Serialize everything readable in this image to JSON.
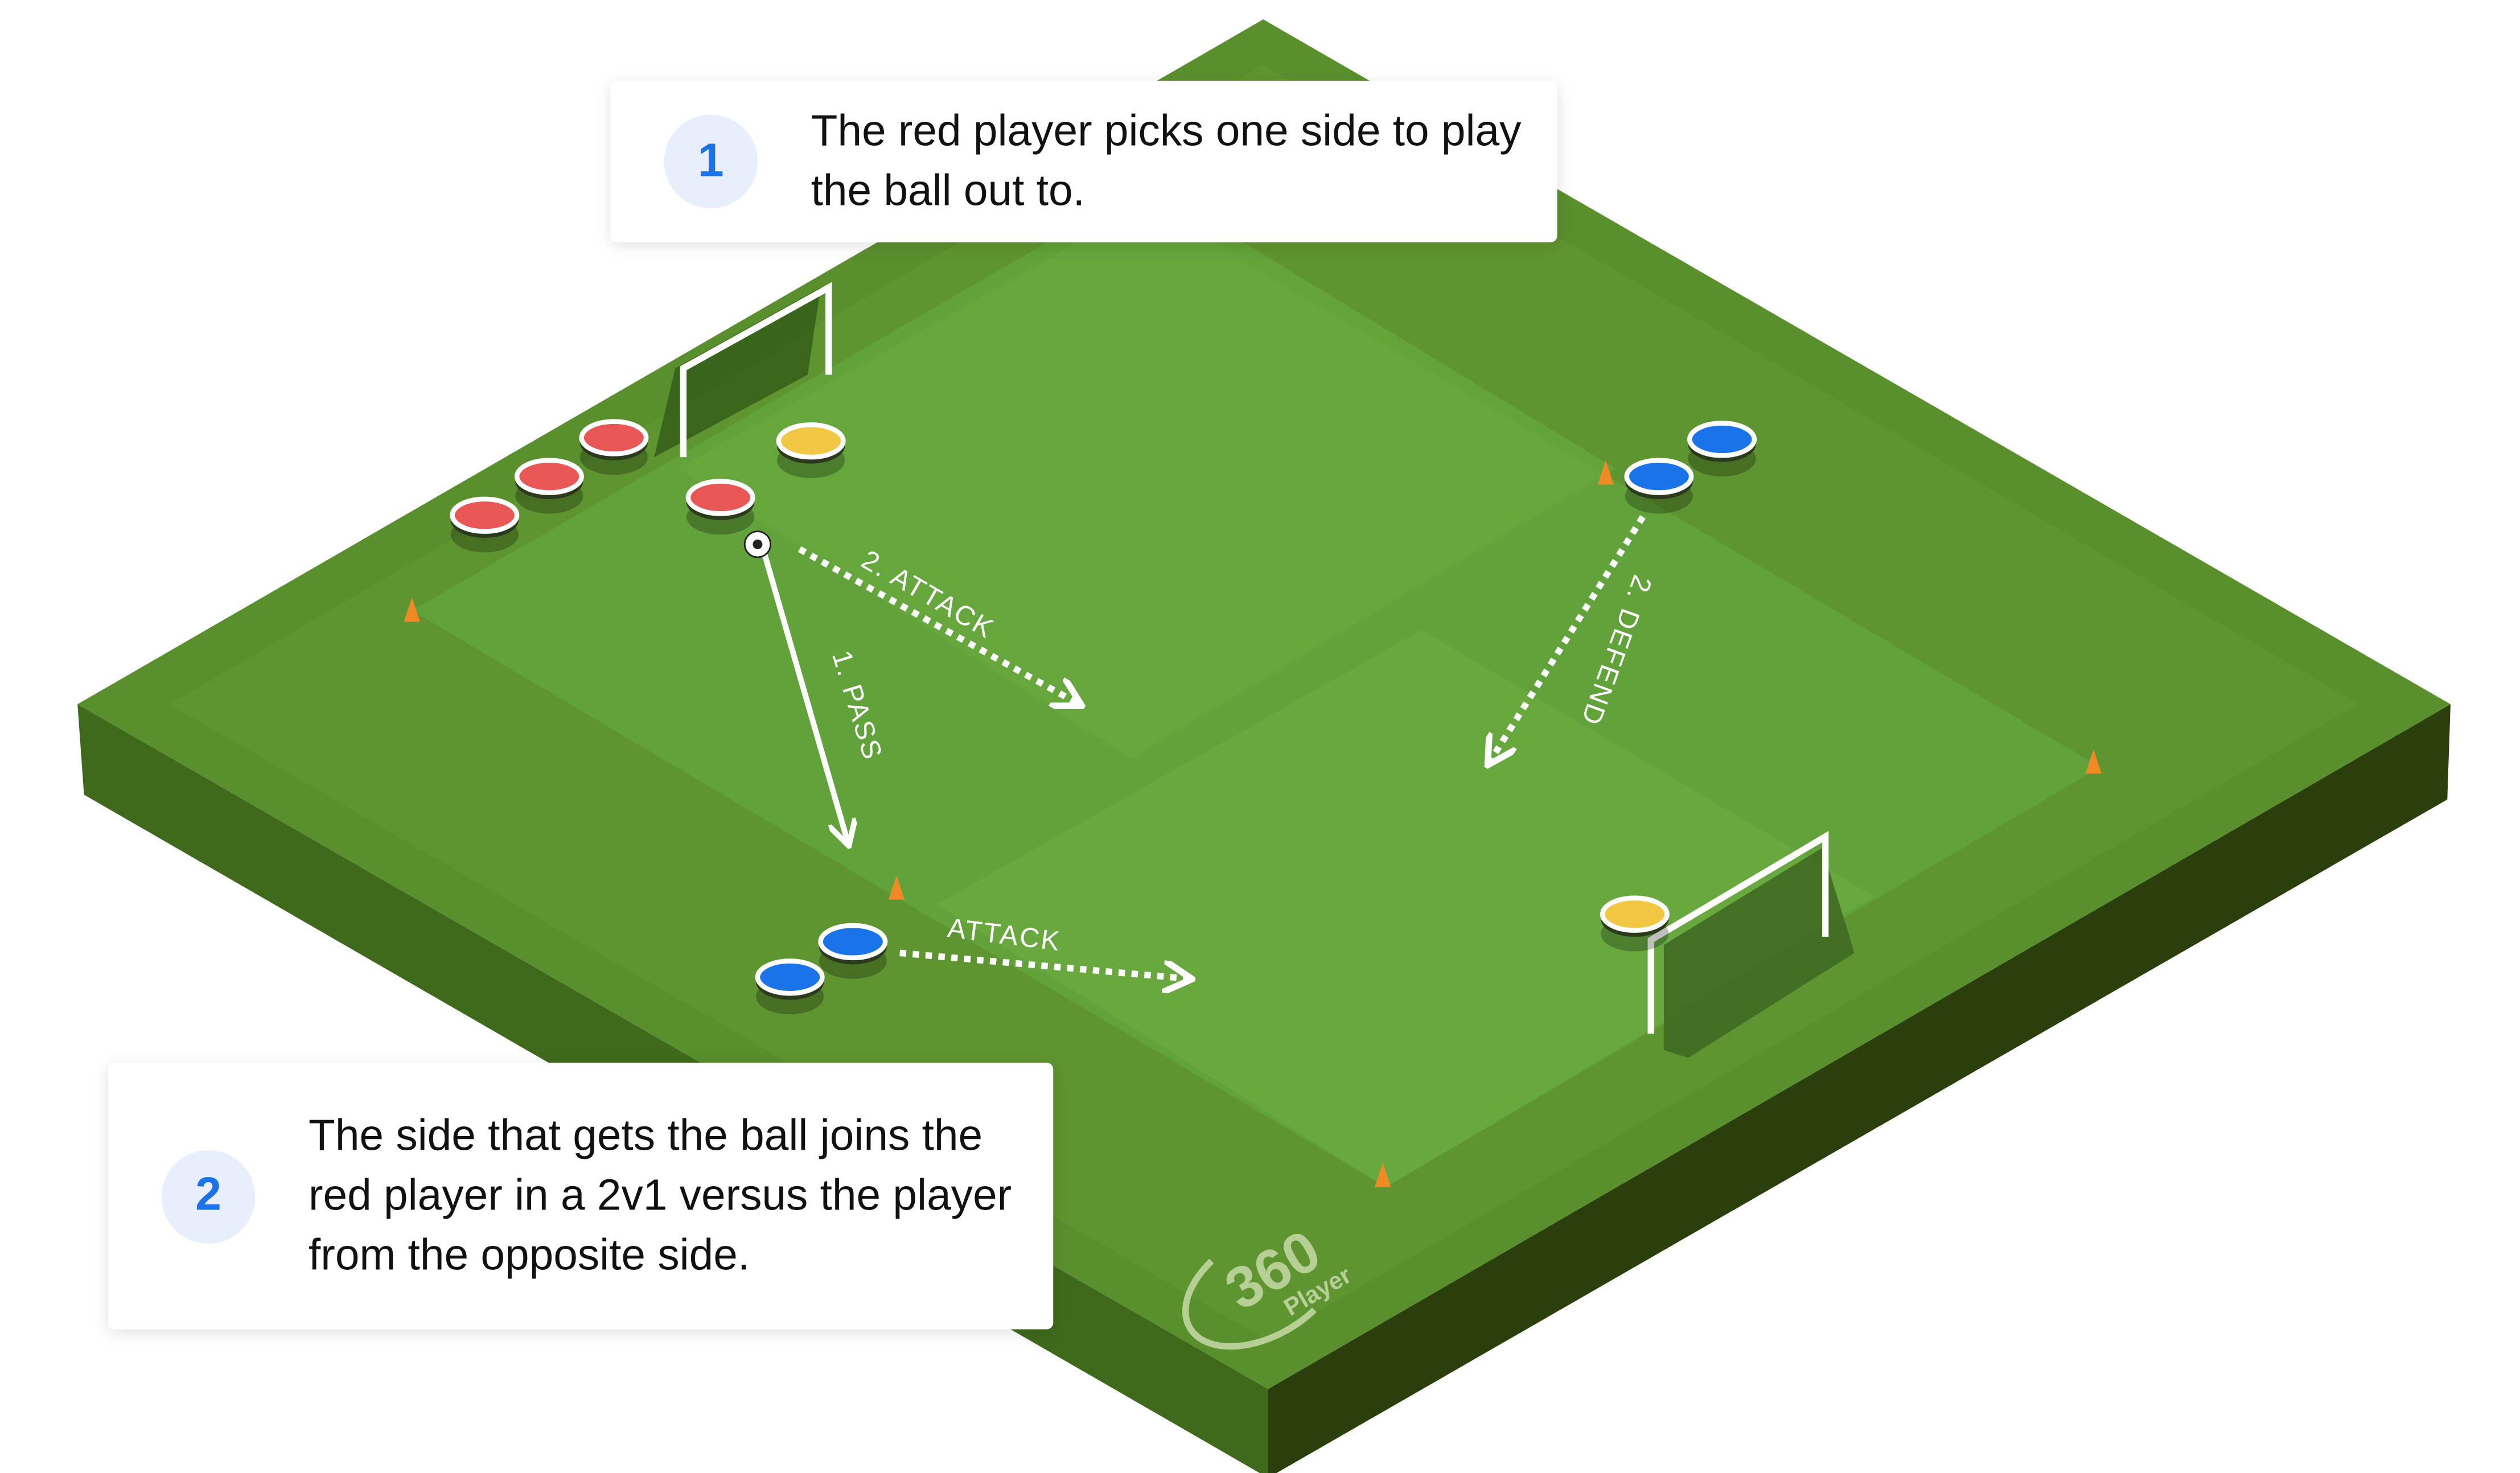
{
  "callouts": [
    {
      "number": "1",
      "text": "The red player picks one side to play the ball out to."
    },
    {
      "number": "2",
      "text": "The side that gets the ball joins the red player in a 2v1 versus the player from the opposite side."
    }
  ],
  "field_labels": {
    "pass": "1. PASS",
    "attack_red": "2. ATTACK",
    "defend": "2. DEFEND",
    "attack_blue": "ATTACK"
  },
  "logo": {
    "number": "360",
    "word": "Player"
  },
  "colors": {
    "grass_dark": "#4f8a2b",
    "grass_light": "#66a83a",
    "red_player": "#e85656",
    "blue_player": "#1a73e8",
    "yellow_player": "#f2c744",
    "cone": "#f08a24",
    "badge_text": "#1a73e8"
  }
}
